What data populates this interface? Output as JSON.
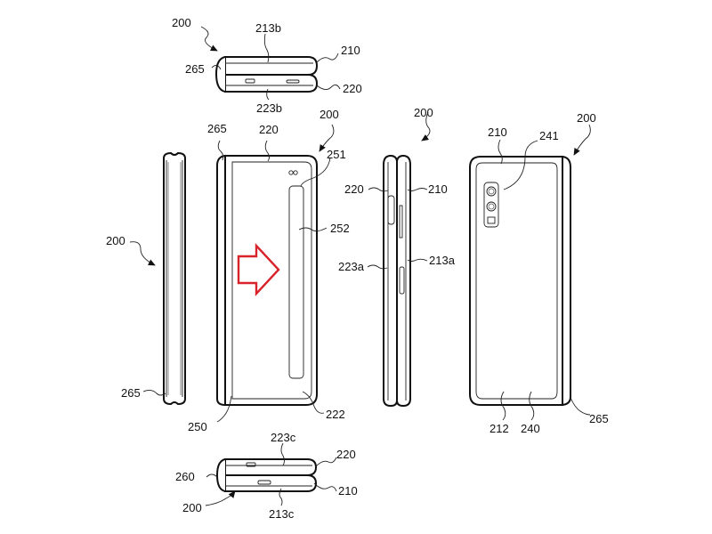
{
  "figure": {
    "title": "Foldable electronic device patent drawing",
    "accent_color": "#d9232a",
    "views": {
      "top_view": {
        "labels": {
          "device": "200",
          "top_rail": "213b",
          "first_housing": "210",
          "hinge": "265",
          "second_housing": "220",
          "bottom_rail": "223b"
        }
      },
      "left_side_view": {
        "labels": {
          "device": "200",
          "hinge": "265"
        }
      },
      "front_view": {
        "labels": {
          "hinge": "265",
          "second_housing": "220",
          "device": "200",
          "camera": "251",
          "sub_display": "252",
          "display": "250",
          "corner": "222"
        },
        "arrow_icon": "red-right-arrow"
      },
      "right_side_view": {
        "labels": {
          "device": "200",
          "second_housing": "220",
          "first_housing": "210",
          "second_side": "223a",
          "first_side": "213a"
        }
      },
      "rear_view": {
        "labels": {
          "first_housing": "210",
          "camera_module": "241",
          "device": "200",
          "rear_plate": "212",
          "rear_cover": "240",
          "hinge": "265"
        }
      },
      "bottom_view": {
        "labels": {
          "bottom_rail_second": "223c",
          "second_housing": "220",
          "hinge_cover": "260",
          "first_housing": "210",
          "device": "200",
          "bottom_rail_first": "213c"
        }
      }
    }
  }
}
